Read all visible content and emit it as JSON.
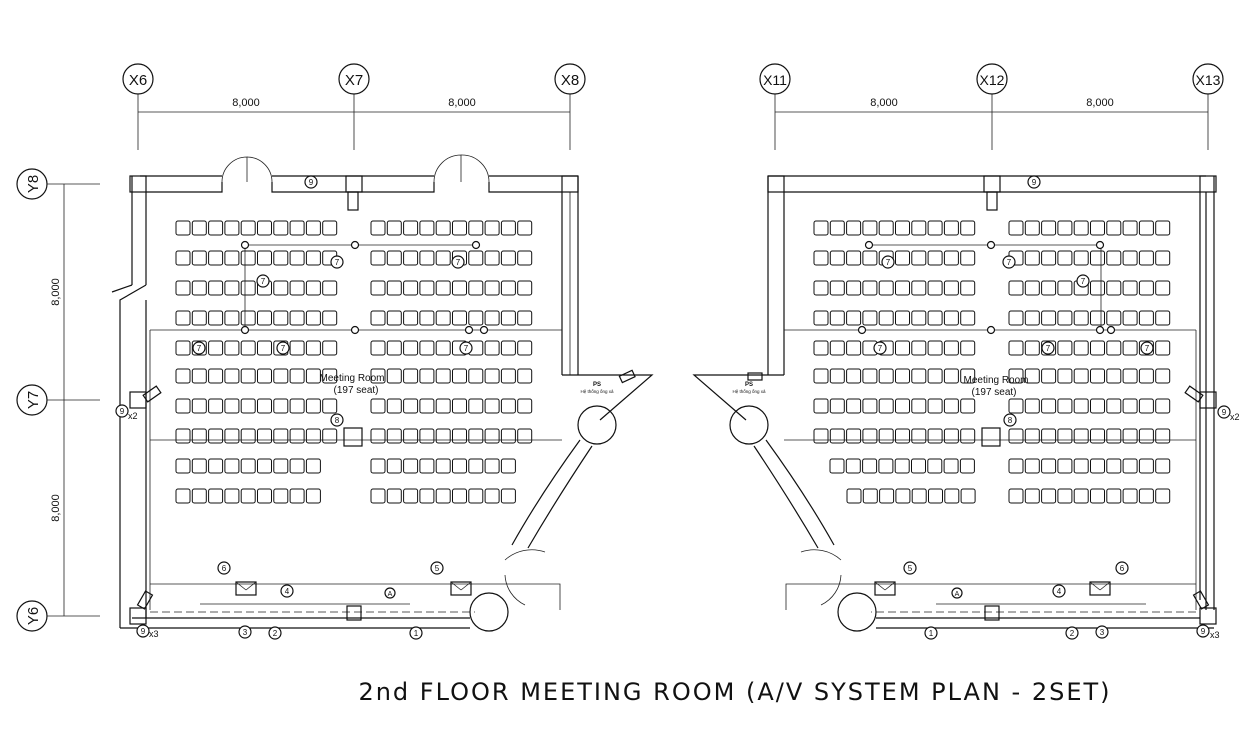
{
  "title": "2nd FLOOR MEETING ROOM (A/V SYSTEM PLAN - 2SET)",
  "grid_columns_left": [
    "X6",
    "X7",
    "X8"
  ],
  "grid_columns_right": [
    "X11",
    "X12",
    "X13"
  ],
  "grid_rows": [
    "Y8",
    "Y7",
    "Y6"
  ],
  "dimension_label": "8,000",
  "room_name": "Meeting Room",
  "room_capacity": "(197 seat)",
  "ps_label": "PS",
  "ps_sublabel": "Hệ thống ống xả",
  "multiplier_x2": "x2",
  "multiplier_x3": "x3",
  "device_tags": {
    "t1": "1",
    "t2": "2",
    "t3": "3",
    "t4": "4",
    "t5": "5",
    "t6": "6",
    "t7": "7",
    "t8": "8",
    "t9": "9",
    "tA": "A"
  }
}
